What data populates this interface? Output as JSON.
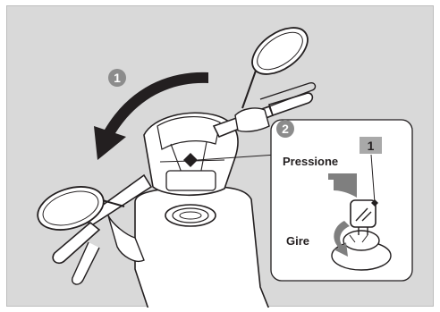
{
  "steps": {
    "step1": "1",
    "step2": "2"
  },
  "inset": {
    "press_label": "Pressione",
    "turn_label": "Gire",
    "key_callout": "1"
  },
  "colors": {
    "background": "#d9d9d9",
    "badge": "#8c8c8c",
    "callout": "#a9a9a9",
    "inset_panel": "#ffffff",
    "lines": "#231f20"
  }
}
